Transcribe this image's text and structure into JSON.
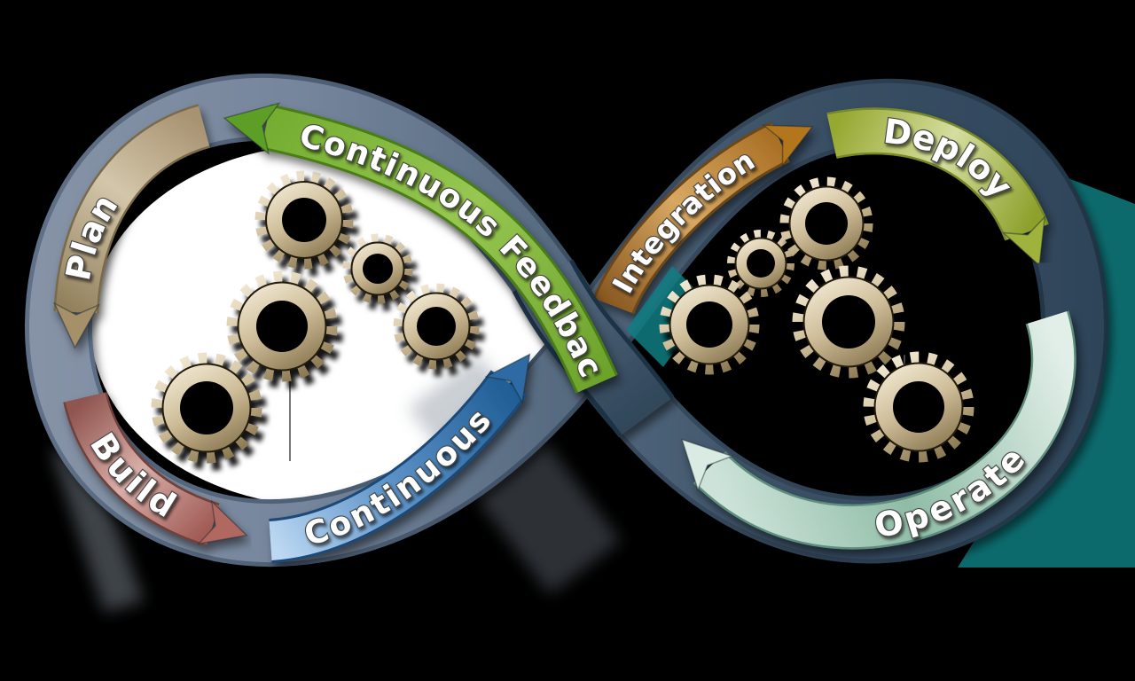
{
  "diagram": {
    "type": "infinity-loop",
    "arrows": {
      "plan": {
        "label": "Plan",
        "color": "#c9b993"
      },
      "build": {
        "label": "Build",
        "color": "#c08a83"
      },
      "continuous": {
        "label": "Continuous",
        "color": "#3d77b0"
      },
      "continuous_feedback": {
        "label": "Continuous Feedback",
        "color": "#7db13c"
      },
      "integration": {
        "label": "Integration",
        "color": "#c08a45"
      },
      "deploy": {
        "label": "Deploy",
        "color": "#aebc4a"
      },
      "operate": {
        "label": "Operate",
        "color": "#9ec7b1"
      }
    },
    "loop_colors": {
      "left_loop": "#76879e",
      "right_loop": "#2f4559"
    },
    "gear_color": "#cdbc97",
    "accent_shadow_color": "#0c6a6d",
    "interior_left_loop": "#ffffff",
    "background": "#000000",
    "text_color": "#ffffff"
  }
}
